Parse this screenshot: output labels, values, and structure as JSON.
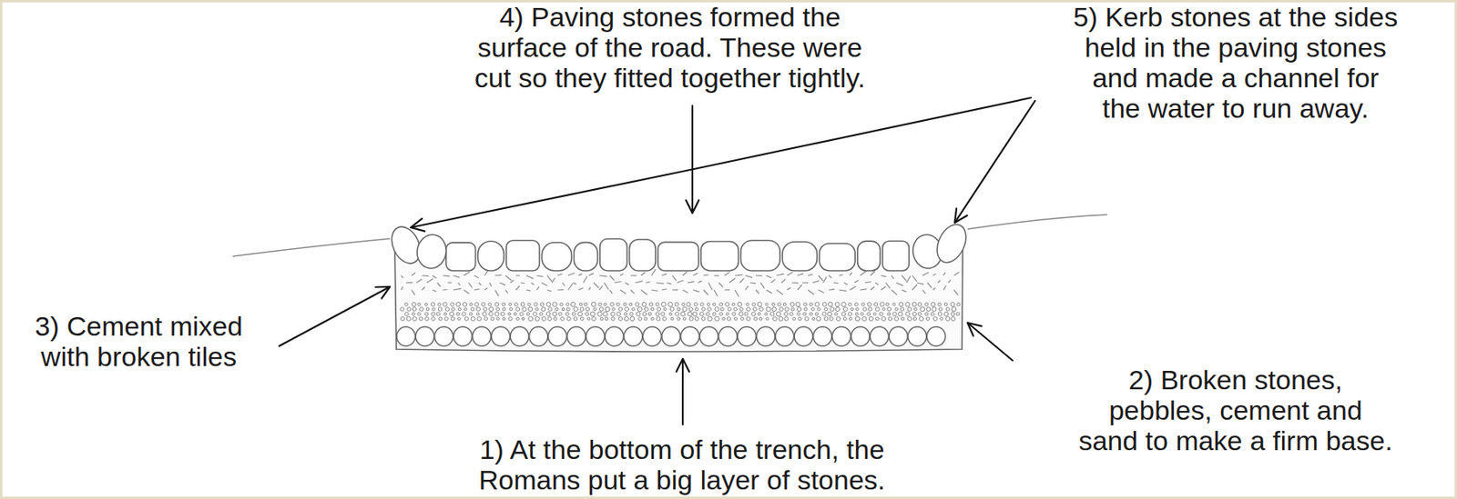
{
  "diagram": {
    "labels": [
      "4) Paving stones formed the surface of the road. These were cut so they fitted together tightly.",
      "5) Kerb stones at the sides held in the paving stones and made a channel for the water to run away.",
      "3) Cement mixed with broken tiles",
      "2) Broken stones, pebbles, cement and sand to make a firm base.",
      "1) At the bottom of the trench, the Romans put a big layer of stones."
    ]
  }
}
